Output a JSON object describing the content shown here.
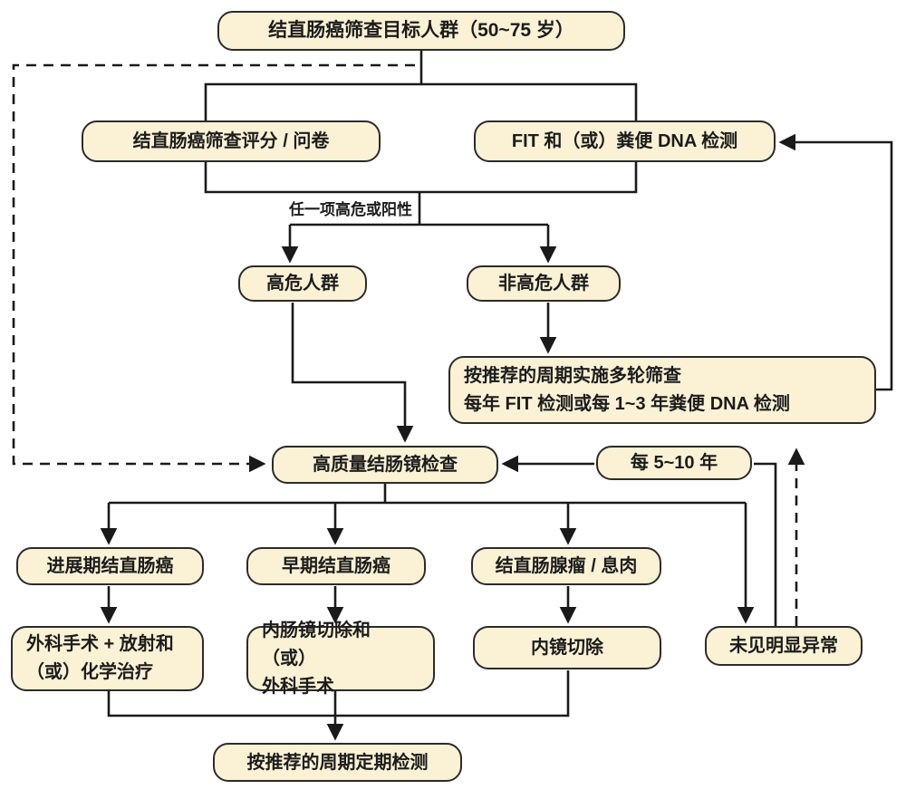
{
  "colors": {
    "page_bg": "#ffffff",
    "box_fill": "#fbf2d5",
    "box_border": "#2b2b2b",
    "line": "#1a1a1a",
    "text": "#1c1c1c"
  },
  "nodes": {
    "target_population": {
      "label": "结直肠癌筛查目标人群（50~75 岁）"
    },
    "screening_score": {
      "label": "结直肠癌筛查评分 / 问卷"
    },
    "fit_dna_test": {
      "label": "FIT 和（或）粪便 DNA 检测"
    },
    "high_risk": {
      "label": "高危人群"
    },
    "non_high_risk": {
      "label": "非高危人群"
    },
    "routine_screening": {
      "label": "按推荐的周期实施多轮筛查\n每年 FIT 检测或每 1~3 年粪便 DNA 检测"
    },
    "colonoscopy": {
      "label": "高质量结肠镜检查"
    },
    "interval_5_10y": {
      "label": "每 5~10 年"
    },
    "advanced_crc": {
      "label": "进展期结直肠癌"
    },
    "early_crc": {
      "label": "早期结直肠癌"
    },
    "adenoma_polyp": {
      "label": "结直肠腺瘤 / 息肉"
    },
    "no_abnormality": {
      "label": "未见明显异常"
    },
    "surgery_chemo": {
      "label": "外科手术 + 放射和\n（或）化学治疗"
    },
    "endoscopic_or_surgery": {
      "label": "内肠镜切除和（或）\n外科手术"
    },
    "endoscopic_resection": {
      "label": "内镜切除"
    },
    "periodic_followup": {
      "label": "按推荐的周期定期检测"
    }
  },
  "edge_labels": {
    "any_high_risk_or_positive": "任一项高危或阳性"
  }
}
